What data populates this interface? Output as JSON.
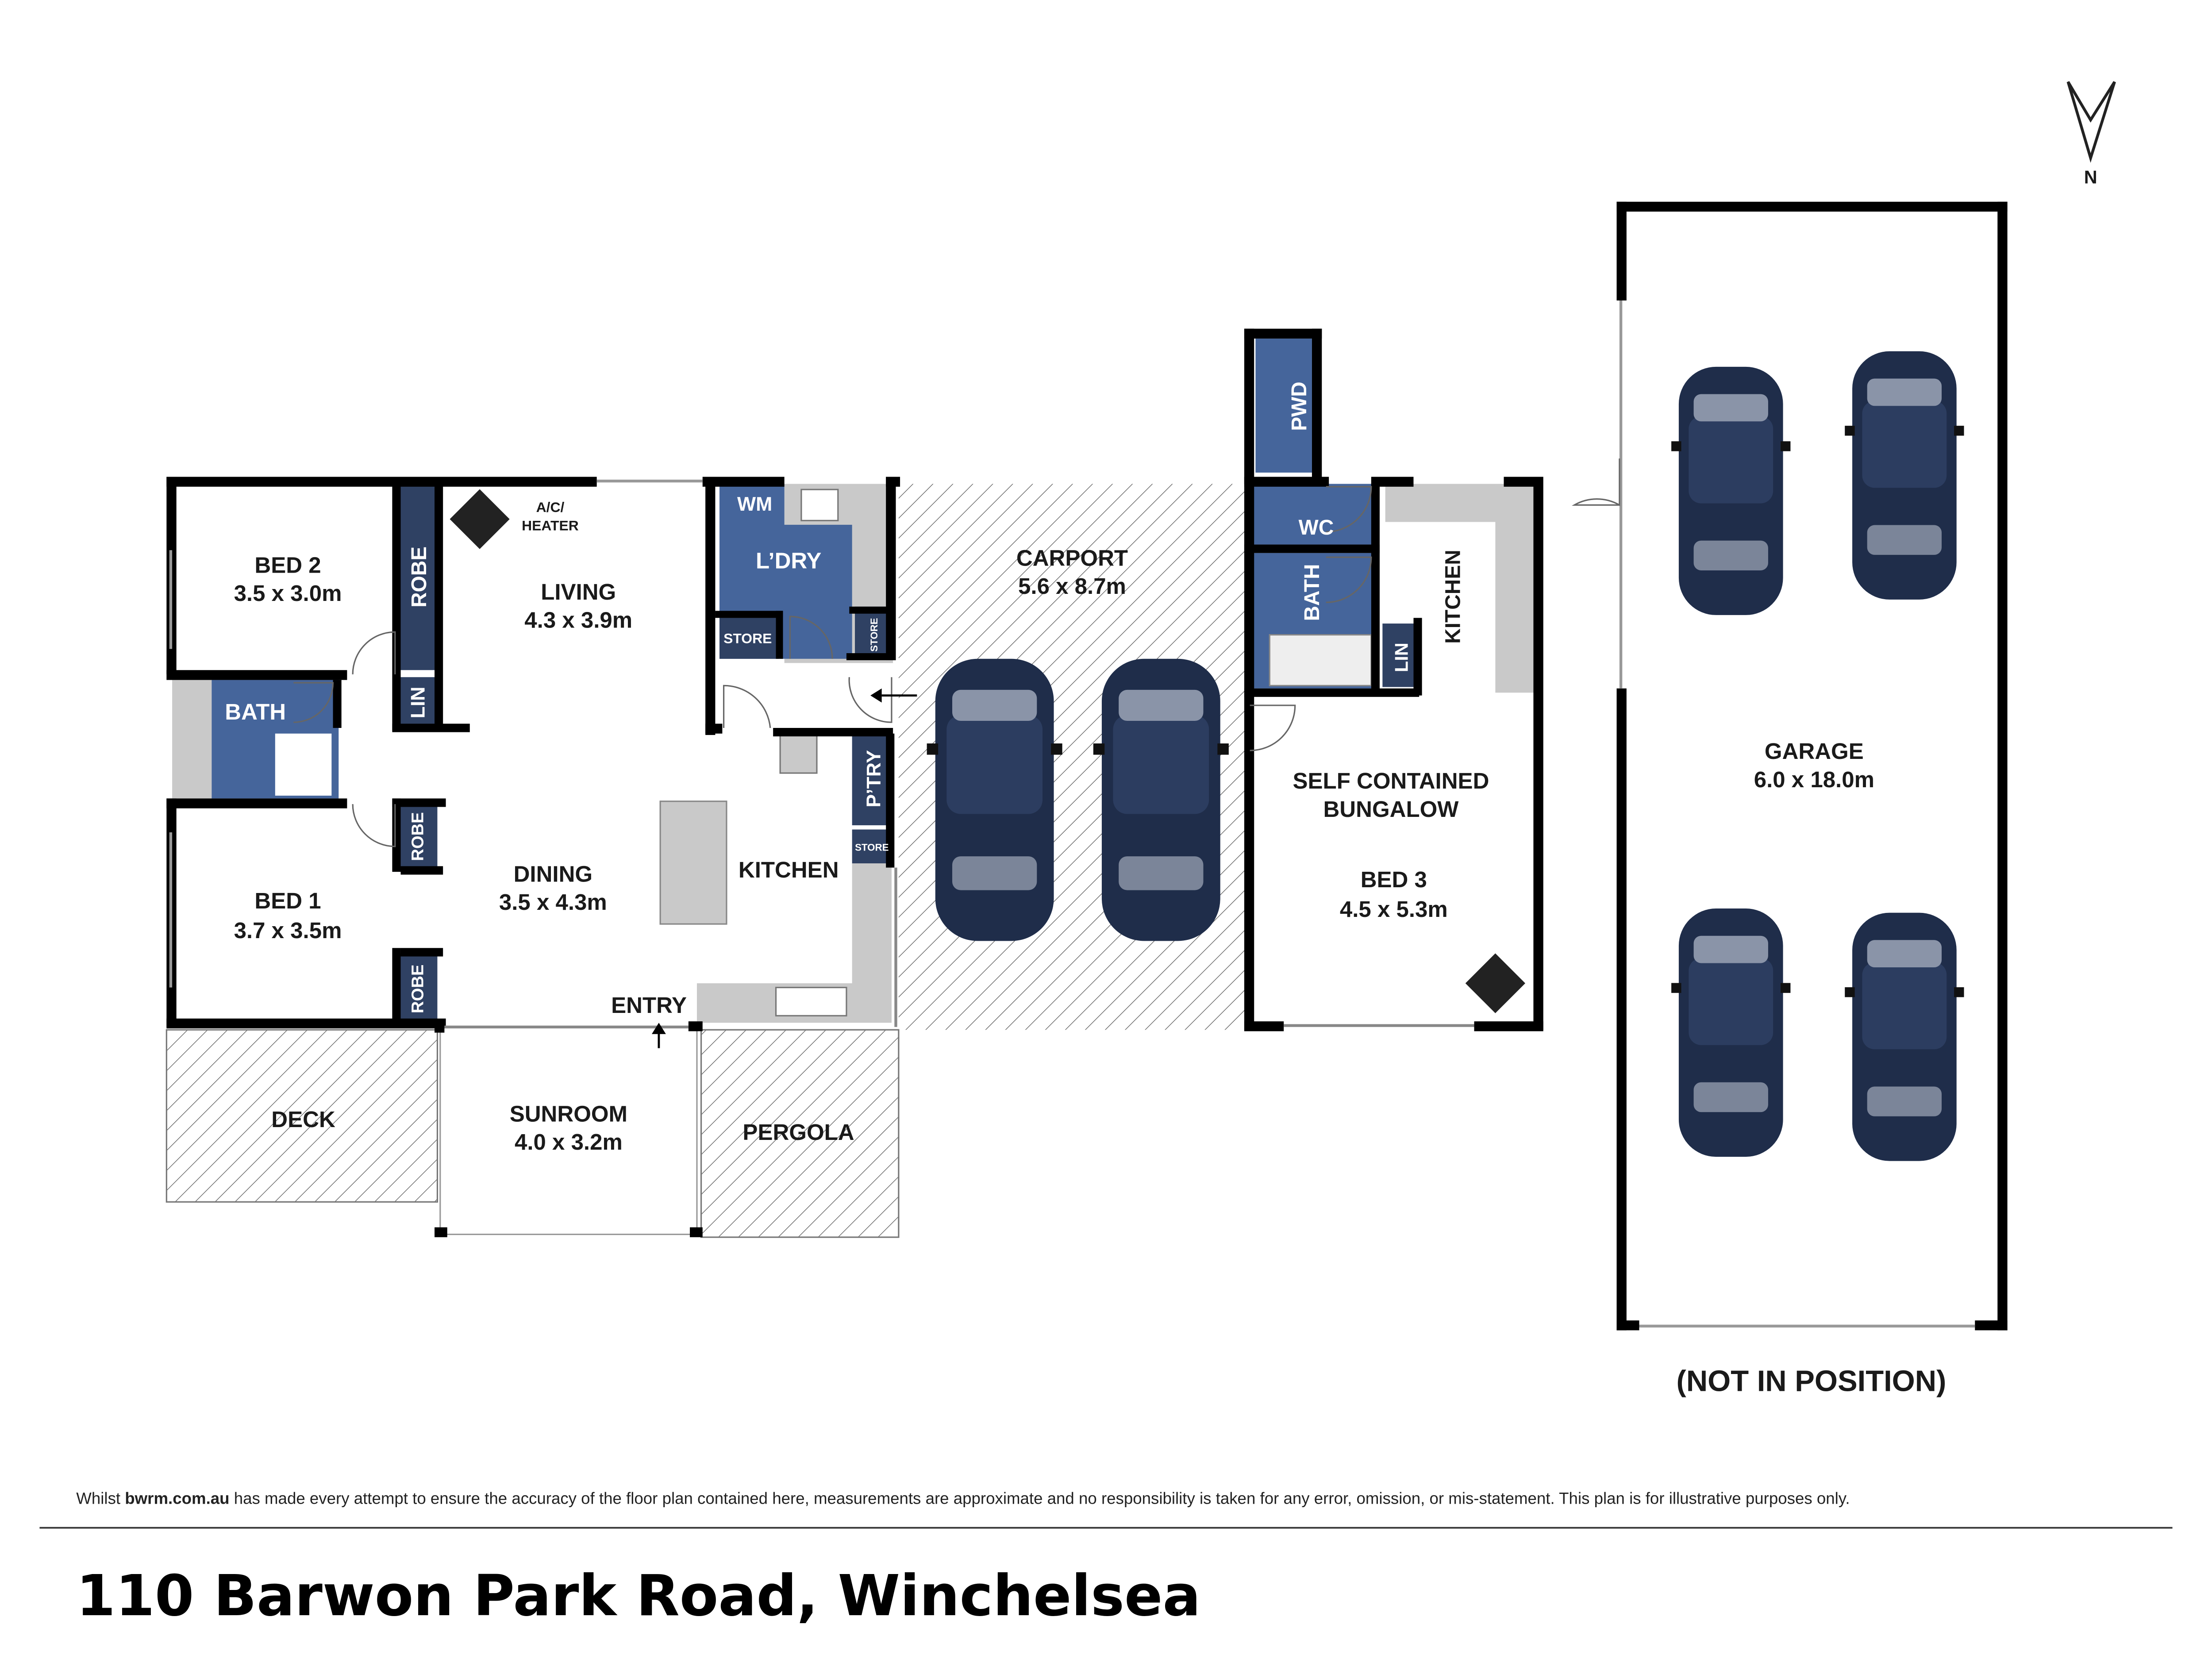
{
  "title": "110 Barwon Park Road, Winchelsea",
  "disclaimer": {
    "prefix": "Whilst ",
    "site": "bwrm.com.au",
    "text": " has made every attempt to ensure the accuracy of the floor plan contained here, measurements are approximate and no responsibility is taken for any error, omission, or mis-statement. This plan is for illustrative purposes only."
  },
  "compass": {
    "label": "N"
  },
  "rooms": {
    "bed2": {
      "name": "BED 2",
      "size": "3.5 x 3.0m"
    },
    "bed1": {
      "name": "BED 1",
      "size": "3.7 x 3.5m"
    },
    "bath": {
      "name": "BATH"
    },
    "robe_bed2": {
      "name": "ROBE"
    },
    "robe_bed1a": {
      "name": "ROBE"
    },
    "robe_bed1b": {
      "name": "ROBE"
    },
    "lin": {
      "name": "LIN"
    },
    "ac_heater": {
      "line1": "A/C/",
      "line2": "HEATER"
    },
    "living": {
      "name": "LIVING",
      "size": "4.3 x 3.9m"
    },
    "dining": {
      "name": "DINING",
      "size": "3.5 x 4.3m"
    },
    "kitchen": {
      "name": "KITCHEN"
    },
    "wm": {
      "name": "WM"
    },
    "laundry": {
      "name": "L’DRY"
    },
    "store_a": {
      "name": "STORE"
    },
    "store_b": {
      "name": "STORE"
    },
    "store_c": {
      "name": "STORE"
    },
    "pantry": {
      "name": "P’TRY"
    },
    "entry": {
      "name": "ENTRY"
    },
    "carport": {
      "name": "CARPORT",
      "size": "5.6 x 8.7m"
    },
    "deck": {
      "name": "DECK"
    },
    "sunroom": {
      "name": "SUNROOM",
      "size": "4.0 x 3.2m"
    },
    "pergola": {
      "name": "PERGOLA"
    },
    "pwd": {
      "name": "PWD"
    },
    "wc": {
      "name": "WC"
    },
    "bung_bath": {
      "name": "BATH"
    },
    "bung_lin": {
      "name": "LIN"
    },
    "bung_kitchen": {
      "name": "KITCHEN"
    },
    "bungalow": {
      "line1": "SELF CONTAINED",
      "line2": "BUNGALOW"
    },
    "bed3": {
      "name": "BED 3",
      "size": "4.5 x 5.3m"
    },
    "garage": {
      "name": "GARAGE",
      "size": "6.0 x 18.0m",
      "note": "(NOT IN POSITION)"
    }
  },
  "colors": {
    "blue": "#45659b",
    "navy": "#2f4163",
    "grey": "#c9c9c9",
    "car": "#1f2d4a"
  }
}
